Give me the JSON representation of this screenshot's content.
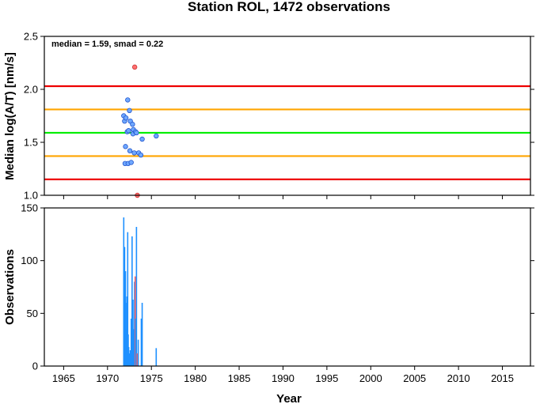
{
  "chart_data": {
    "title": "Station ROL, 1472 observations",
    "xlabel": "Year",
    "xlim": [
      1962.8,
      2018.2
    ],
    "xticks": [
      1965,
      1970,
      1975,
      1980,
      1985,
      1990,
      1995,
      2000,
      2005,
      2010,
      2015
    ],
    "top_panel": {
      "type": "scatter",
      "ylabel": "Median log(A/T) [nm/s]",
      "ylim": [
        1.0,
        2.5
      ],
      "yticks": [
        "1.0",
        "1.5",
        "2.0",
        "2.5"
      ],
      "annotation": "median = 1.59, smad = 0.22",
      "reference_lines": [
        {
          "y": 1.59,
          "color": "#00ee00"
        },
        {
          "y": 1.81,
          "color": "#ffa500"
        },
        {
          "y": 1.37,
          "color": "#ffa500"
        },
        {
          "y": 2.03,
          "color": "#ee0000"
        },
        {
          "y": 1.15,
          "color": "#ee0000"
        }
      ],
      "points": [
        {
          "x": 1971.85,
          "y": 1.75,
          "color": "#6fa8ff"
        },
        {
          "x": 1971.95,
          "y": 1.7,
          "color": "#6fa8ff"
        },
        {
          "x": 1972.1,
          "y": 1.73,
          "color": "#6fa8ff"
        },
        {
          "x": 1972.05,
          "y": 1.46,
          "color": "#6fa8ff"
        },
        {
          "x": 1972.0,
          "y": 1.3,
          "color": "#6fa8ff"
        },
        {
          "x": 1972.3,
          "y": 1.9,
          "color": "#6fa8ff"
        },
        {
          "x": 1972.25,
          "y": 1.6,
          "color": "#6fa8ff"
        },
        {
          "x": 1972.4,
          "y": 1.61,
          "color": "#6fa8ff"
        },
        {
          "x": 1972.35,
          "y": 1.3,
          "color": "#6fa8ff"
        },
        {
          "x": 1972.5,
          "y": 1.8,
          "color": "#6fa8ff"
        },
        {
          "x": 1972.6,
          "y": 1.7,
          "color": "#6fa8ff"
        },
        {
          "x": 1972.55,
          "y": 1.42,
          "color": "#6fa8ff"
        },
        {
          "x": 1972.7,
          "y": 1.31,
          "color": "#6fa8ff"
        },
        {
          "x": 1972.85,
          "y": 1.67,
          "color": "#6fa8ff"
        },
        {
          "x": 1972.95,
          "y": 1.62,
          "color": "#6fa8ff"
        },
        {
          "x": 1972.9,
          "y": 1.58,
          "color": "#6fa8ff"
        },
        {
          "x": 1973.05,
          "y": 1.4,
          "color": "#6fa8ff"
        },
        {
          "x": 1973.2,
          "y": 1.6,
          "color": "#6fa8ff"
        },
        {
          "x": 1973.3,
          "y": 1.59,
          "color": "#6fa8ff"
        },
        {
          "x": 1973.55,
          "y": 1.4,
          "color": "#6fa8ff"
        },
        {
          "x": 1973.8,
          "y": 1.38,
          "color": "#6fa8ff"
        },
        {
          "x": 1973.95,
          "y": 1.53,
          "color": "#6fa8ff"
        },
        {
          "x": 1975.55,
          "y": 1.56,
          "color": "#6fa8ff"
        },
        {
          "x": 1973.1,
          "y": 2.21,
          "color": "#ff7070"
        },
        {
          "x": 1973.4,
          "y": 1.0,
          "color": "#ff7070"
        }
      ]
    },
    "bottom_panel": {
      "type": "bar",
      "ylabel": "Observations",
      "ylim": [
        0,
        150
      ],
      "yticks": [
        "0",
        "50",
        "100",
        "150"
      ],
      "bars": [
        {
          "x": 1971.85,
          "value": 141,
          "color": "#1e90ff"
        },
        {
          "x": 1971.95,
          "value": 113,
          "color": "#1e90ff"
        },
        {
          "x": 1972.05,
          "value": 90,
          "color": "#1e90ff"
        },
        {
          "x": 1972.1,
          "value": 60,
          "color": "#1e90ff"
        },
        {
          "x": 1972.15,
          "value": 35,
          "color": "#1e90ff"
        },
        {
          "x": 1972.22,
          "value": 66,
          "color": "#1e90ff"
        },
        {
          "x": 1972.3,
          "value": 127,
          "color": "#1e90ff"
        },
        {
          "x": 1972.36,
          "value": 30,
          "color": "#1e90ff"
        },
        {
          "x": 1972.42,
          "value": 18,
          "color": "#1e90ff"
        },
        {
          "x": 1972.5,
          "value": 12,
          "color": "#1e90ff"
        },
        {
          "x": 1972.6,
          "value": 15,
          "color": "#1e90ff"
        },
        {
          "x": 1972.7,
          "value": 45,
          "color": "#1e90ff"
        },
        {
          "x": 1972.8,
          "value": 123,
          "color": "#1e90ff"
        },
        {
          "x": 1972.9,
          "value": 63,
          "color": "#1e90ff"
        },
        {
          "x": 1973.0,
          "value": 35,
          "color": "#1e90ff"
        },
        {
          "x": 1973.08,
          "value": 80,
          "color": "#1e90ff"
        },
        {
          "x": 1973.15,
          "value": 85,
          "color": "#ff6060"
        },
        {
          "x": 1973.22,
          "value": 45,
          "color": "#1e90ff"
        },
        {
          "x": 1973.3,
          "value": 132,
          "color": "#1e90ff"
        },
        {
          "x": 1973.38,
          "value": 12,
          "color": "#ff6060"
        },
        {
          "x": 1973.5,
          "value": 25,
          "color": "#1e90ff"
        },
        {
          "x": 1973.85,
          "value": 45,
          "color": "#1e90ff"
        },
        {
          "x": 1973.95,
          "value": 60,
          "color": "#1e90ff"
        },
        {
          "x": 1975.55,
          "value": 17,
          "color": "#1e90ff"
        }
      ]
    }
  }
}
